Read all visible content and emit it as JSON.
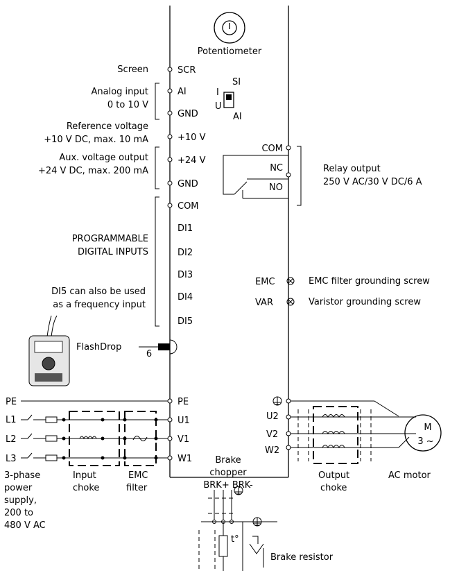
{
  "potentiometer": "Potentiometer",
  "left_labels": {
    "screen": "Screen",
    "analog_input_1": "Analog input",
    "analog_input_2": "0 to 10 V",
    "ref_voltage_1": "Reference voltage",
    "ref_voltage_2": "+10 V DC, max. 10 mA",
    "aux_voltage_1": "Aux. voltage output",
    "aux_voltage_2": "+24 V DC, max. 200 mA",
    "prog_inputs_1": "PROGRAMMABLE",
    "prog_inputs_2": "DIGITAL INPUTS",
    "di5_note_1": "DI5 can also be used",
    "di5_note_2": "as a frequency input"
  },
  "terminals_left": [
    "SCR",
    "AI",
    "GND",
    "+10 V",
    "+24 V",
    "GND",
    "COM",
    "DI1",
    "DI2",
    "DI3",
    "DI4",
    "DI5"
  ],
  "switch": {
    "si": "SI",
    "i": "I",
    "u": "U",
    "ai": "AI"
  },
  "relay": {
    "com": "COM",
    "nc": "NC",
    "no": "NO",
    "label_1": "Relay output",
    "label_2": "250 V AC/30 V DC/6 A"
  },
  "screws": {
    "emc": "EMC",
    "var": "VAR",
    "emc_desc": "EMC filter grounding screw",
    "var_desc": "Varistor grounding screw"
  },
  "flashdrop": {
    "port": "6",
    "label": "FlashDrop"
  },
  "power": {
    "pe_left": "PE",
    "l1": "L1",
    "l2": "L2",
    "l3": "L3",
    "pe_term": "PE",
    "u1": "U1",
    "v1": "V1",
    "w1": "W1",
    "supply_1": "3-phase",
    "supply_2": "power",
    "supply_3": "supply,",
    "supply_4": "200 to",
    "supply_5": "480 V AC",
    "input_choke_1": "Input",
    "input_choke_2": "choke",
    "emc_filter_1": "EMC",
    "emc_filter_2": "filter"
  },
  "output": {
    "u2": "U2",
    "v2": "V2",
    "w2": "W2",
    "choke_1": "Output",
    "choke_2": "choke",
    "motor_m": "M",
    "motor_phase": "3 ~",
    "motor_label": "AC motor"
  },
  "brake": {
    "chopper_1": "Brake",
    "chopper_2": "chopper",
    "chopper_3": "BRK+ BRK-",
    "temp": "t°",
    "resistor": "Brake resistor"
  }
}
